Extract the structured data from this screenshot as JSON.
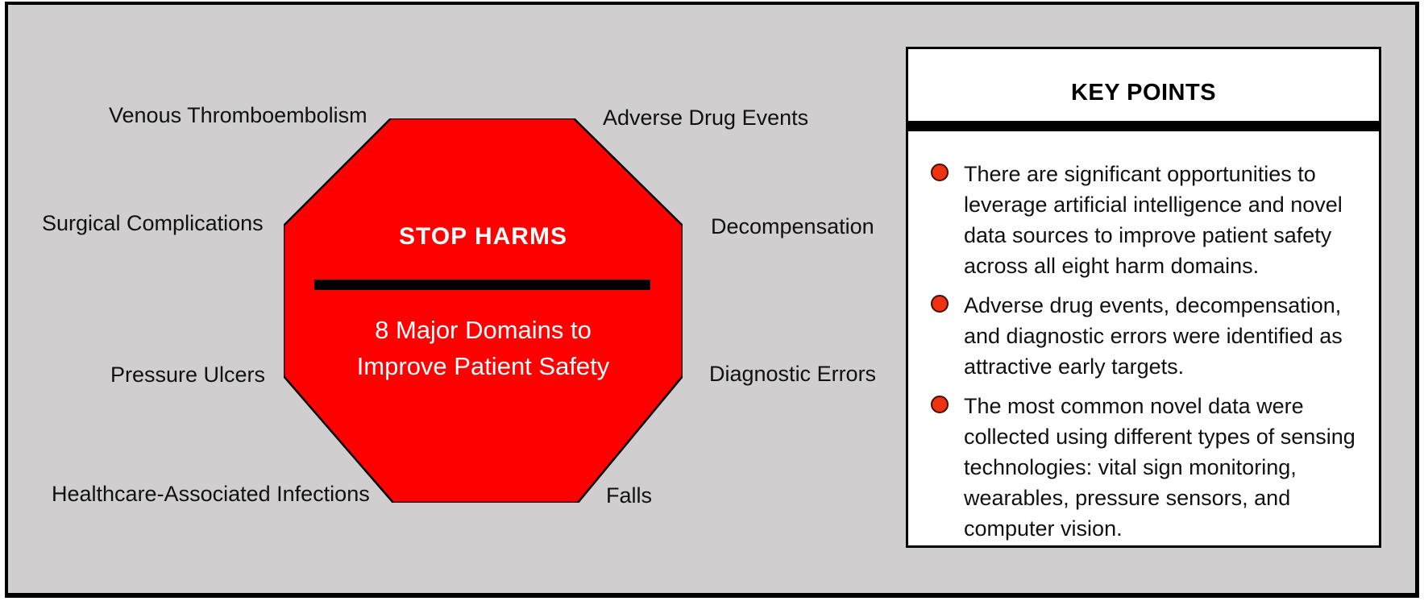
{
  "colors": {
    "background": "#d0cece",
    "stop_sign": "#fe0000",
    "bullet": "#ee3311"
  },
  "stop_sign": {
    "title": "STOP HARMS",
    "subtitle": "8 Major Domains to\nImprove Patient Safety"
  },
  "harms": [
    {
      "position": "top-left",
      "label": "Venous Thromboembolism"
    },
    {
      "position": "top-right",
      "label": "Adverse Drug Events"
    },
    {
      "position": "left-upper",
      "label": "Surgical Complications"
    },
    {
      "position": "right-upper",
      "label": "Decompensation"
    },
    {
      "position": "left-lower",
      "label": "Pressure Ulcers"
    },
    {
      "position": "right-lower",
      "label": "Diagnostic Errors"
    },
    {
      "position": "bottom-left",
      "label": "Healthcare-Associated Infections"
    },
    {
      "position": "bottom-right",
      "label": "Falls"
    }
  ],
  "key_points": {
    "title": "KEY POINTS",
    "bullets": [
      {
        "text": "There are significant opportunities to\nleverage artificial intelligence and novel\ndata sources to improve patient safety\nacross all eight harm domains."
      },
      {
        "text": "Adverse drug events, decompensation,\nand diagnostic errors were identified as\nattractive early targets."
      },
      {
        "text": "The most common novel data were\ncollected using different types of sensing\ntechnologies: vital sign monitoring,\nwearables, pressure sensors, and\ncomputer vision."
      }
    ]
  }
}
